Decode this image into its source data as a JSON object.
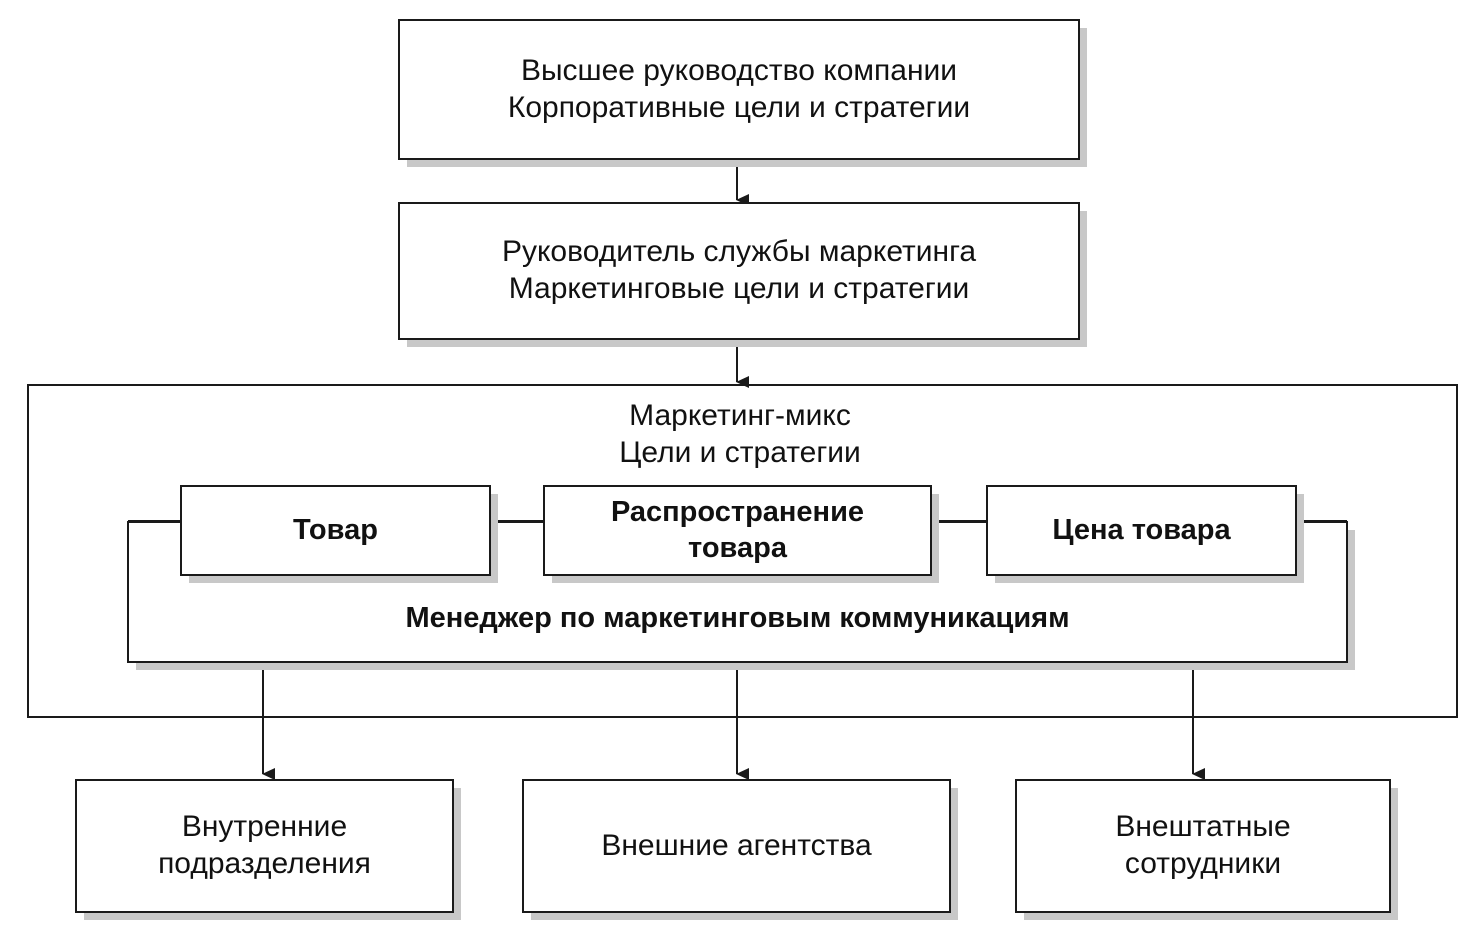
{
  "top_box": {
    "line1": "Высшее руководство компании",
    "line2": "Корпоративные цели и стратегии"
  },
  "marketing_box": {
    "line1": "Руководитель службы маркетинга",
    "line2": "Маркетинговые цели и стратегии"
  },
  "mix_group": {
    "title1": "Маркетинг-микс",
    "title2": "Цели и стратегии"
  },
  "mix_items": {
    "product": "Товар",
    "distribution_line1": "Распространение",
    "distribution_line2": "товара",
    "price": "Цена товара"
  },
  "comm_manager": {
    "label": "Менеджер по маркетинговым коммуникациям"
  },
  "bottom_boxes": {
    "internal_line1": "Внутренние",
    "internal_line2": "подразделения",
    "agencies": "Внешние агентства",
    "freelance_line1": "Внештатные",
    "freelance_line2": "сотрудники"
  },
  "colors": {
    "line": "#1a1a1a",
    "shadow": "#c8c8c8",
    "background": "#ffffff"
  }
}
